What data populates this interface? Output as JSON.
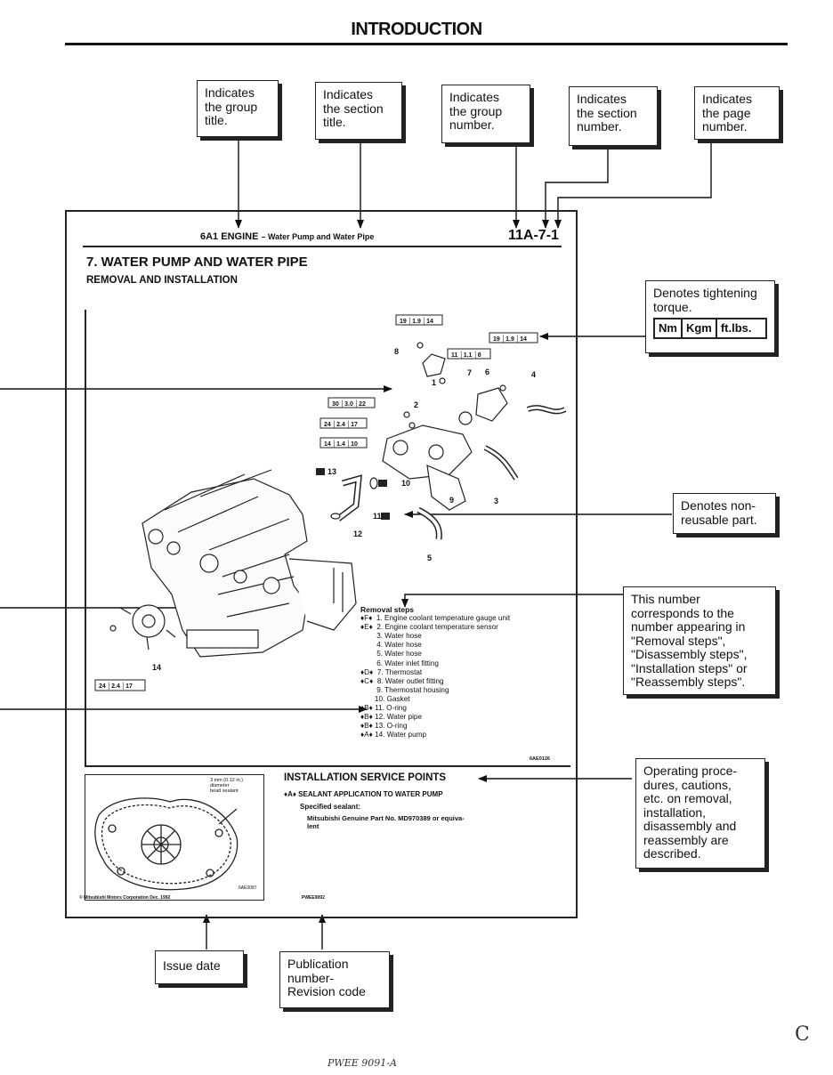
{
  "page_title": "INTRODUCTION",
  "callouts": {
    "group_title": "Indicates\nthe group\ntitle.",
    "section_title": "Indicates\nthe section\ntitle.",
    "group_number": "Indicates\nthe group\nnumber.",
    "section_number": "Indicates\nthe section\nnumber.",
    "page_number": "Indicates\nthe page\nnumber.",
    "torque": "Denotes tightening\ntorque.",
    "torque_units": [
      "Nm",
      "Kgm",
      "ft.lbs."
    ],
    "nonreusable": "Denotes non-\nreusable part.",
    "steps_number": "This number\ncorresponds to the\nnumber appearing in\n\"Removal steps\",\n\"Disassembly steps\",\n\"Installation steps\" or\n\"Reassembly steps\".",
    "service_points": "Operating proce-\ndures, cautions,\netc. on removal,\ninstallation,\ndisassembly and\nreassembly are\ndescribed.",
    "issue_date": "Issue date",
    "publication": "Publication\nnumber-\nRevision code"
  },
  "doc": {
    "header_group": "6A1 ENGINE",
    "header_section": "– Water Pump and Water Pipe",
    "page_number": "11A-7-1",
    "section_title": "7. WATER PUMP AND WATER PIPE",
    "subtitle": "REMOVAL AND INSTALLATION",
    "torques": [
      [
        "19",
        "1.9",
        "14"
      ],
      [
        "19",
        "1.9",
        "14"
      ],
      [
        "11",
        "1.1",
        "8"
      ],
      [
        "30",
        "3.0",
        "22"
      ],
      [
        "24",
        "2.4",
        "17"
      ],
      [
        "14",
        "1.4",
        "10"
      ],
      [
        "24",
        "2.4",
        "17"
      ]
    ],
    "part_labels": [
      "8",
      "1",
      "7",
      "6",
      "4",
      "2",
      "10",
      "13",
      "11",
      "9",
      "3",
      "12",
      "5",
      "14"
    ],
    "removal_steps_title": "Removal steps",
    "removal_steps": [
      "♦F♦  1. Engine coolant temperature gauge unit",
      "♦E♦  2. Engine coolant temperature sensor",
      "        3. Water hose",
      "        4. Water hose",
      "        5. Water hose",
      "        6. Water inlet fitting",
      "♦D♦  7. Thermostat",
      "♦C♦  8. Water outlet fitting",
      "        9. Thermostat housing",
      "       10. Gasket",
      "♦B♦ 11. O-ring",
      "♦B♦ 12. Water pipe",
      "♦B♦ 13. O-ring",
      "♦A♦ 14. Water pump"
    ],
    "figure_code_1": "6AE0126",
    "figure_code_2": "6AE0087",
    "bead_note": "3 mm (0.12 in.)\ndiameter\nbead sealant",
    "install_title": "INSTALLATION SERVICE POINTS",
    "install_item": "♦A♦  SEALANT APPLICATION TO WATER PUMP",
    "specified": "Specified sealant:",
    "sealant": "Mitsubishi Genuine Part No. MD970389 or equiva-\nlent",
    "footer_left": "© Mitsubishi Motors Corporation   Dec. 1992",
    "footer_pub": "PWEE9092"
  },
  "handwriting": {
    "bottom": "PWEE 9091-A",
    "corner": "C"
  }
}
